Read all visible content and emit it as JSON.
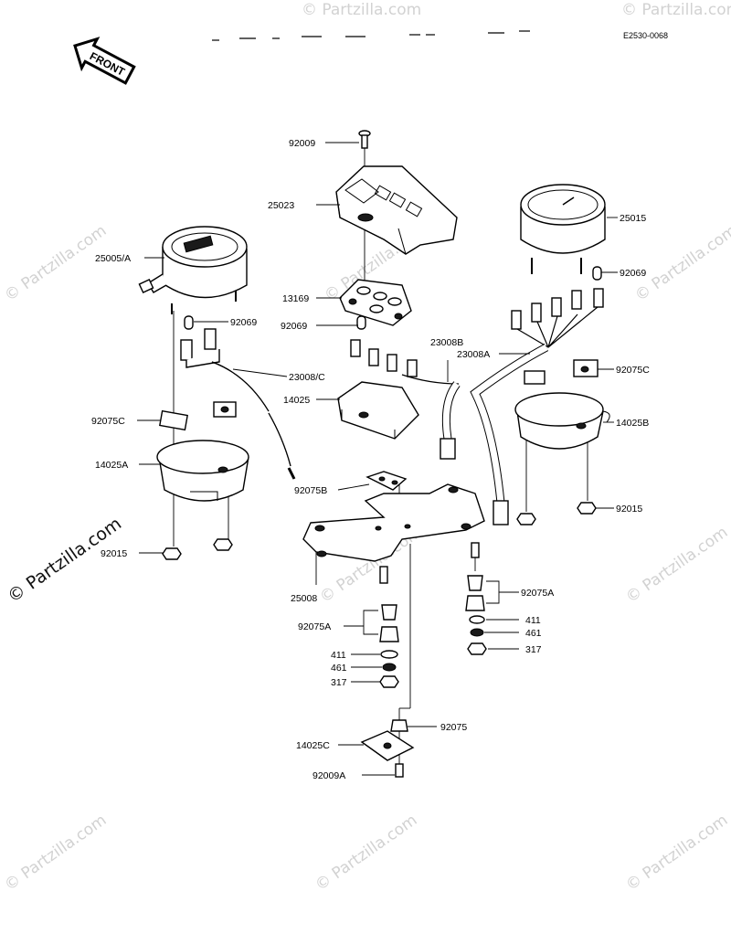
{
  "diagram": {
    "code": "E2530-0068",
    "front_label": "FRONT",
    "watermark_main": "© Partzilla.com",
    "watermark_tile": "© Partzilla.com",
    "part_labels": {
      "p92009": "92009",
      "p25023": "25023",
      "p25015": "25015",
      "p25005A": "25005/A",
      "p92069_r": "92069",
      "p13169": "13169",
      "p92069_c": "92069",
      "p92069_l": "92069",
      "p23008B": "23008B",
      "p23008A": "23008A",
      "p23008C": "23008/C",
      "p92075C_r": "92075C",
      "p14025": "14025",
      "p14025B": "14025B",
      "p92075C_l": "92075C",
      "p14025A": "14025A",
      "p92075B": "92075B",
      "p92015_r": "92015",
      "p92015_l": "92015",
      "p25008": "25008",
      "p92075A_r": "92075A",
      "p411_r": "411",
      "p461_r": "461",
      "p317_r": "317",
      "p92075A_l": "92075A",
      "p411_l": "411",
      "p461_l": "461",
      "p317_l": "317",
      "p92075": "92075",
      "p14025C": "14025C",
      "p92009A": "92009A"
    }
  }
}
